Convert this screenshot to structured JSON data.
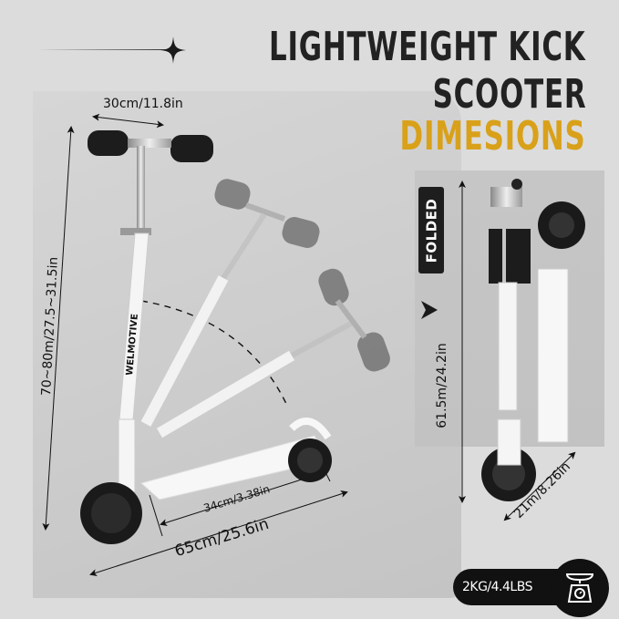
{
  "header": {
    "title_line1": "LIGHTWEIGHT KICK",
    "title_line2": "SCOOTER",
    "title_line3": "DIMESIONS",
    "accent_color": "#d9a11a",
    "text_color": "#222222"
  },
  "dimensions": {
    "handlebar_width": "30cm/11.8in",
    "height_range": "70~80m/27.5~31.5in",
    "deck_length": "34cm/3.38in",
    "total_length": "65cm/25.6in"
  },
  "folded": {
    "badge_label": "FOLDED",
    "folded_height": "61.5m/24.2in",
    "folded_width": "21m/8.26in"
  },
  "weight": {
    "label": "2KG/4.4LBS",
    "icon": "scale-icon"
  },
  "product": {
    "brand": "WELMOTIVE"
  },
  "icons": {
    "decor_star": "four-point-star-icon",
    "arrow": "chevron-right-arrow-icon"
  }
}
